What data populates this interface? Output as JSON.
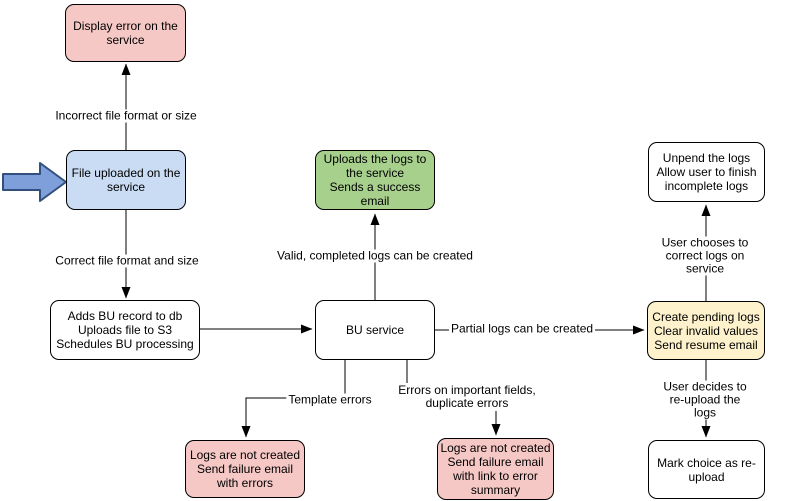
{
  "colors": {
    "node_pink": "#F5C8C5",
    "node_blue": "#C9DCF3",
    "node_green": "#A8D08D",
    "node_yellow": "#FEF2CC",
    "node_white": "#FFFFFF",
    "node_border": "#000000",
    "edge_line": "#000000",
    "entry_arrow_fill": "#7E9FD9",
    "entry_arrow_stroke": "#31507D"
  },
  "nodes": {
    "display_error": "Display error on the\nservice",
    "file_uploaded": "File uploaded on the\nservice",
    "adds_bu_record": "Adds BU record to db\nUploads file to S3\nSchedules BU processing",
    "uploads_logs": "Uploads the logs to\nthe service\nSends a success\nemail",
    "bu_service": "BU service",
    "logs_not_created_errors": "Logs are not created\nSend failure email\nwith errors",
    "logs_not_created_summary": "Logs are not created\nSend failure email\nwith link to error\nsummary",
    "create_pending_logs": "Create pending logs\nClear invalid values\nSend resume email",
    "unpend_logs": "Unpend the logs\nAllow user to finish\nincomplete logs",
    "mark_choice": "Mark choice as re-\nupload"
  },
  "edge_labels": {
    "incorrect": "Incorrect file format or size",
    "correct": "Correct file format and size",
    "valid": "Valid, completed logs can be created",
    "partial": "Partial logs can be created",
    "template": "Template errors",
    "important": "Errors on important fields,\nduplicate errors",
    "user_chooses": "User chooses to correct logs on service",
    "user_decides": "User decides to re-upload the logs"
  },
  "icons": {
    "entry_arrow": "right-arrow-icon"
  }
}
